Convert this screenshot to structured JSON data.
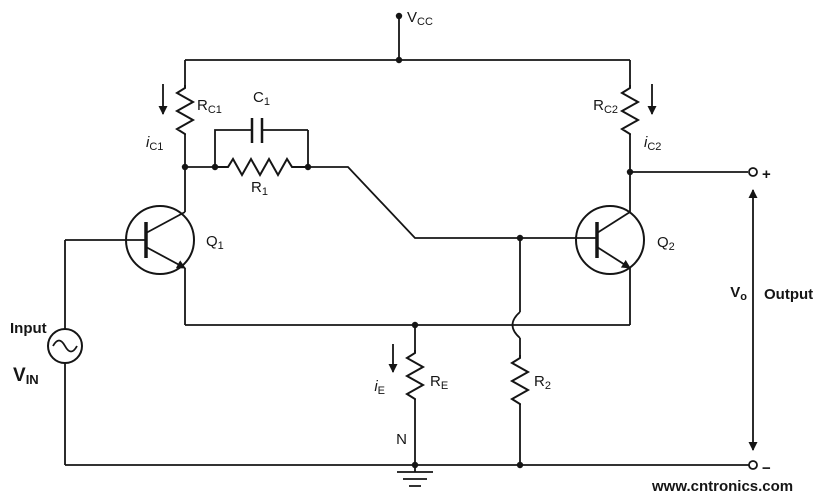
{
  "labels": {
    "vcc": {
      "main": "V",
      "sub": "CC"
    },
    "rc1": {
      "main": "R",
      "sub": "C1"
    },
    "ic1": {
      "main": "i",
      "sub": "C1"
    },
    "c1": {
      "main": "C",
      "sub": "1"
    },
    "r1": {
      "main": "R",
      "sub": "1"
    },
    "q1": {
      "main": "Q",
      "sub": "1"
    },
    "q2": {
      "main": "Q",
      "sub": "2"
    },
    "rc2": {
      "main": "R",
      "sub": "C2"
    },
    "ic2": {
      "main": "i",
      "sub": "C2"
    },
    "ie": {
      "main": "i",
      "sub": "E"
    },
    "re": {
      "main": "R",
      "sub": "E"
    },
    "r2": {
      "main": "R",
      "sub": "2"
    },
    "n": "N",
    "input": "Input",
    "vin": {
      "main": "V",
      "sub": "IN"
    },
    "vo": {
      "main": "V",
      "sub": "o"
    },
    "output": "Output",
    "plus": "+",
    "minus": "−"
  },
  "watermark": {
    "text": "www.cntronics.com",
    "color": "#8ecf8e"
  },
  "diagram_colors": {
    "stroke": "#151515",
    "background": "#ffffff"
  }
}
